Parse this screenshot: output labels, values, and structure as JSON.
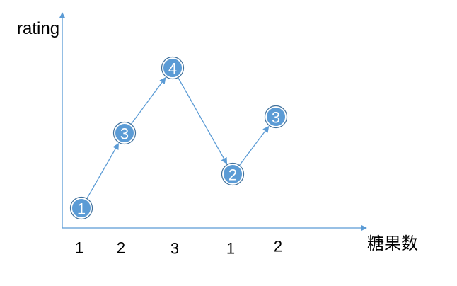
{
  "chart_data": {
    "type": "line",
    "ylabel": "rating",
    "xlabel": "糖果数",
    "x_ticks": [
      "1",
      "2",
      "3",
      "1",
      "2"
    ],
    "points": [
      {
        "x": "1",
        "rating": "1"
      },
      {
        "x": "2",
        "rating": "3"
      },
      {
        "x": "3",
        "rating": "4"
      },
      {
        "x": "1",
        "rating": "2"
      },
      {
        "x": "2",
        "rating": "3"
      }
    ],
    "edges": [
      [
        0,
        1
      ],
      [
        1,
        2
      ],
      [
        2,
        3
      ],
      [
        3,
        4
      ]
    ],
    "colors": {
      "node_fill": "#5b9bd5",
      "node_outline": "#41719c",
      "axis": "#5b9bd5"
    },
    "node_shape": "circle-badge",
    "arrowheads": true
  }
}
